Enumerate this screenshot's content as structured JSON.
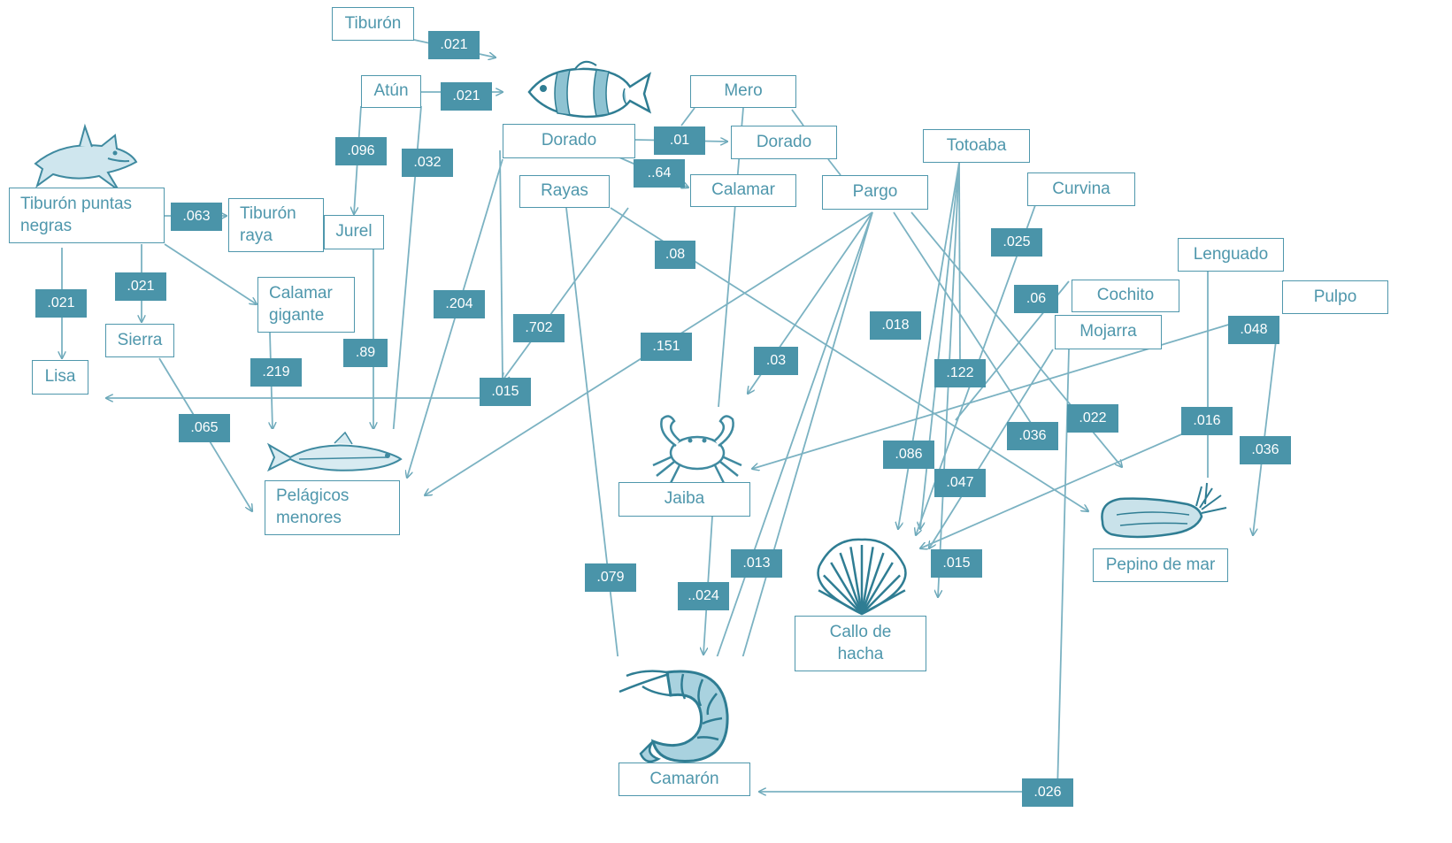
{
  "nodes": {
    "tiburon": "Tiburón",
    "atun": "Atún",
    "dorado_pic": "Dorado",
    "mero": "Mero",
    "dorado": "Dorado",
    "calamar": "Calamar",
    "tiburon_puntas": "Tiburón  puntas\nnegras",
    "tiburon_raya": "Tiburón\nraya",
    "jurel": "Jurel",
    "rayas": "Rayas",
    "pargo": "Pargo",
    "totoaba": "Totoaba",
    "curvina": "Curvina",
    "lenguado": "Lenguado",
    "cochito": "Cochito",
    "pulpo": "Pulpo",
    "mojarra": "Mojarra",
    "sierra": "Sierra",
    "lisa": "Lisa",
    "calamar_gigante": "Calamar\ngigante",
    "pelagicos": "Pelágicos\nmenores",
    "jaiba": "Jaiba",
    "callo": "Callo de\nhacha",
    "pepino": "Pepino de mar",
    "camaron": "Camarón"
  },
  "weights": {
    "w_tiburon_dorado": ".021",
    "w_atun_dorado": ".021",
    "w_atun_jurel": ".096",
    "w_atun_pelagicos": ".032",
    "w_dorado_dorado": ".01",
    "w_dorado_calamar": "..64",
    "w_tpn_traya": ".063",
    "w_tpn_lisa": ".021",
    "w_tpn_sierra": ".021",
    "w_cg_pel": ".219",
    "w_jurel_pel": ".89",
    "w_sierra_pel": ".065",
    "w_dorado_pel": ".204",
    "w_calamar_pel": ".702",
    "w_to_lisa": ".015",
    "w_rayas_pepino": ".08",
    "w_pargo_pel": ".151",
    "w_pargo_jaiba": ".03",
    "w_rayas_cam": ".079",
    "w_jaiba_cam": "..024",
    "w_pargo_cam": ".013",
    "w_tot_cam": ".018",
    "w_tot_pepino": ".122",
    "w_curv": ".025",
    "w_cochito": ".06",
    "w_pulpo": ".048",
    "w_tot_callo": ".086",
    "w_047": ".047",
    "w_036a": ".036",
    "w_022": ".022",
    "w_016": ".016",
    "w_036b": ".036",
    "w_015b": ".015",
    "w_026": ".026"
  },
  "icons": {
    "shark": "shark-icon",
    "clownfish": "clownfish-icon",
    "fish": "small-fish-icon",
    "crab": "crab-icon",
    "scallop": "scallop-shell-icon",
    "seacucumber": "sea-cucumber-icon",
    "shrimp": "shrimp-icon"
  },
  "colors": {
    "accent": "#4f97ac",
    "label_bg": "#4a94a9"
  }
}
